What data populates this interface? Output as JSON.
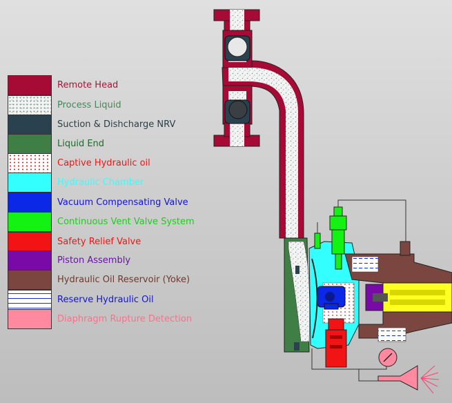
{
  "legend": {
    "items": [
      {
        "label": "Remote Head",
        "label_color": "#a0183a",
        "fill": "#a50b34",
        "pattern": "solid"
      },
      {
        "label": "Process Liquid",
        "label_color": "#3d8c55",
        "fill": "#f4f4f4",
        "pattern": "speckle"
      },
      {
        "label": "Suction & Dishcharge NRV",
        "label_color": "#2a3e4a",
        "fill": "#2a4250",
        "pattern": "solid"
      },
      {
        "label": "Liquid End",
        "label_color": "#1f6b2a",
        "fill": "#3f7f46",
        "pattern": "solid"
      },
      {
        "label": "Captive Hydraulic oil",
        "label_color": "#e81818",
        "fill": "#ffffff",
        "pattern": "dots"
      },
      {
        "label": "Hydraulic Chamber",
        "label_color": "#33ffff",
        "fill": "#33ffff",
        "pattern": "solid"
      },
      {
        "label": "Vacuum Compensating Valve",
        "label_color": "#1414d8",
        "fill": "#0b28e6",
        "pattern": "solid"
      },
      {
        "label": "Continuous Vent Valve System",
        "label_color": "#1ecc1e",
        "fill": "#14f214",
        "pattern": "solid"
      },
      {
        "label": "Safety Relief Valve",
        "label_color": "#e81818",
        "fill": "#f21414",
        "pattern": "solid"
      },
      {
        "label": "Piston Assembly",
        "label_color": "#6a12a8",
        "fill": "#7a0aa8",
        "pattern": "solid"
      },
      {
        "label": "Hydraulic Oil Reservoir (Yoke)",
        "label_color": "#6b3a30",
        "fill": "#7b4640",
        "pattern": "solid"
      },
      {
        "label": "Reserve Hydraulic Oil",
        "label_color": "#1414d8",
        "fill": "#ffffff",
        "pattern": "dash"
      },
      {
        "label": "Diaphragm Rupture Detection",
        "label_color": "#ff6f8c",
        "fill": "#ff8aa0",
        "pattern": "solid"
      }
    ]
  },
  "colors": {
    "remote_head": "#a50b34",
    "process_liquid": "#f4f4f4",
    "nrv": "#2a4250",
    "liquid_end": "#3f7f46",
    "hydraulic_chamber": "#33ffff",
    "vacuum_valve": "#0b28e6",
    "vent_valve": "#14f214",
    "relief_valve": "#f21414",
    "piston": "#7a0aa8",
    "yoke": "#7b4640",
    "diaphragm_detection": "#ff8aa0",
    "drive": "#ffff22"
  }
}
